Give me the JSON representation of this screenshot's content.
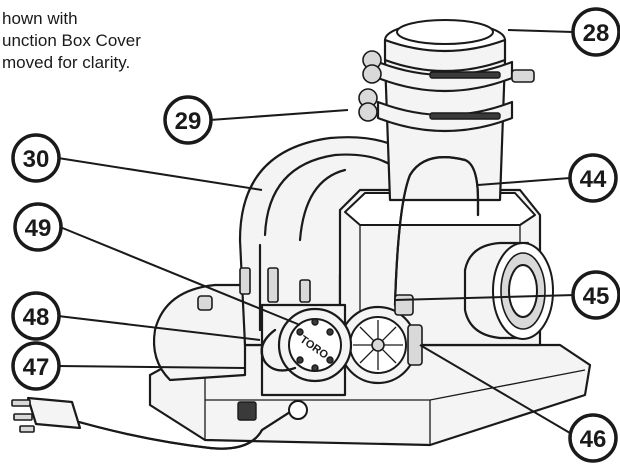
{
  "note": {
    "lines": [
      "hown with",
      "unction Box Cover",
      "moved for clarity."
    ]
  },
  "callouts": [
    {
      "id": "28",
      "label": "28"
    },
    {
      "id": "29",
      "label": "29"
    },
    {
      "id": "30",
      "label": "30"
    },
    {
      "id": "44",
      "label": "44"
    },
    {
      "id": "49",
      "label": "49"
    },
    {
      "id": "45",
      "label": "45"
    },
    {
      "id": "48",
      "label": "48"
    },
    {
      "id": "47",
      "label": "47"
    },
    {
      "id": "46",
      "label": "46"
    }
  ],
  "parts": {
    "valve_label": "TORO"
  }
}
